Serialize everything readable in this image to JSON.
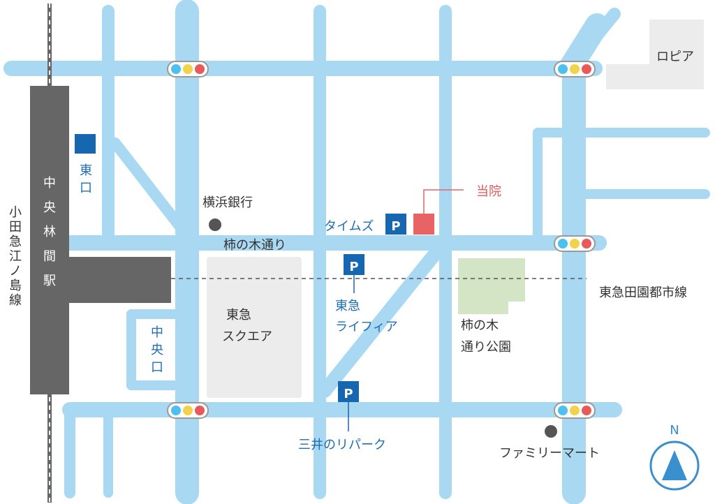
{
  "colors": {
    "road": "#a8d8f2",
    "building": "#ececec",
    "park": "#d3e5c4",
    "station": "#666666",
    "parking": "#1f6db3",
    "clinic": "#e86363",
    "text_blue": "#1f6db3",
    "text_red": "#e05a5a",
    "compass": "#3a8fcf"
  },
  "station": {
    "name": "中央林間駅"
  },
  "lines": {
    "odakyu": "小田急江ノ島線",
    "tokyu": "東急田園都市線"
  },
  "exits": {
    "east": "東口",
    "central": "中央口"
  },
  "roads": {
    "kakinoki": "柿の木通り"
  },
  "clinic": {
    "label": "当院"
  },
  "parking": {
    "symbol": "P",
    "times": "タイムズ",
    "tokyu_lifia_line1": "東急",
    "tokyu_lifia_line2": "ライフィア",
    "mitsui": "三井のリパーク"
  },
  "landmarks": {
    "yokohama_bank": "横浜銀行",
    "lopia": "ロピア",
    "tokyu_square_line1": "東急",
    "tokyu_square_line2": "スクエア",
    "park_line1": "柿の木",
    "park_line2": "通り公園",
    "familymart": "ファミリーマート"
  },
  "compass": {
    "label": "N"
  },
  "traffic_signal_colors": [
    "#4dc0ef",
    "#f3d24b",
    "#e85a5a"
  ]
}
